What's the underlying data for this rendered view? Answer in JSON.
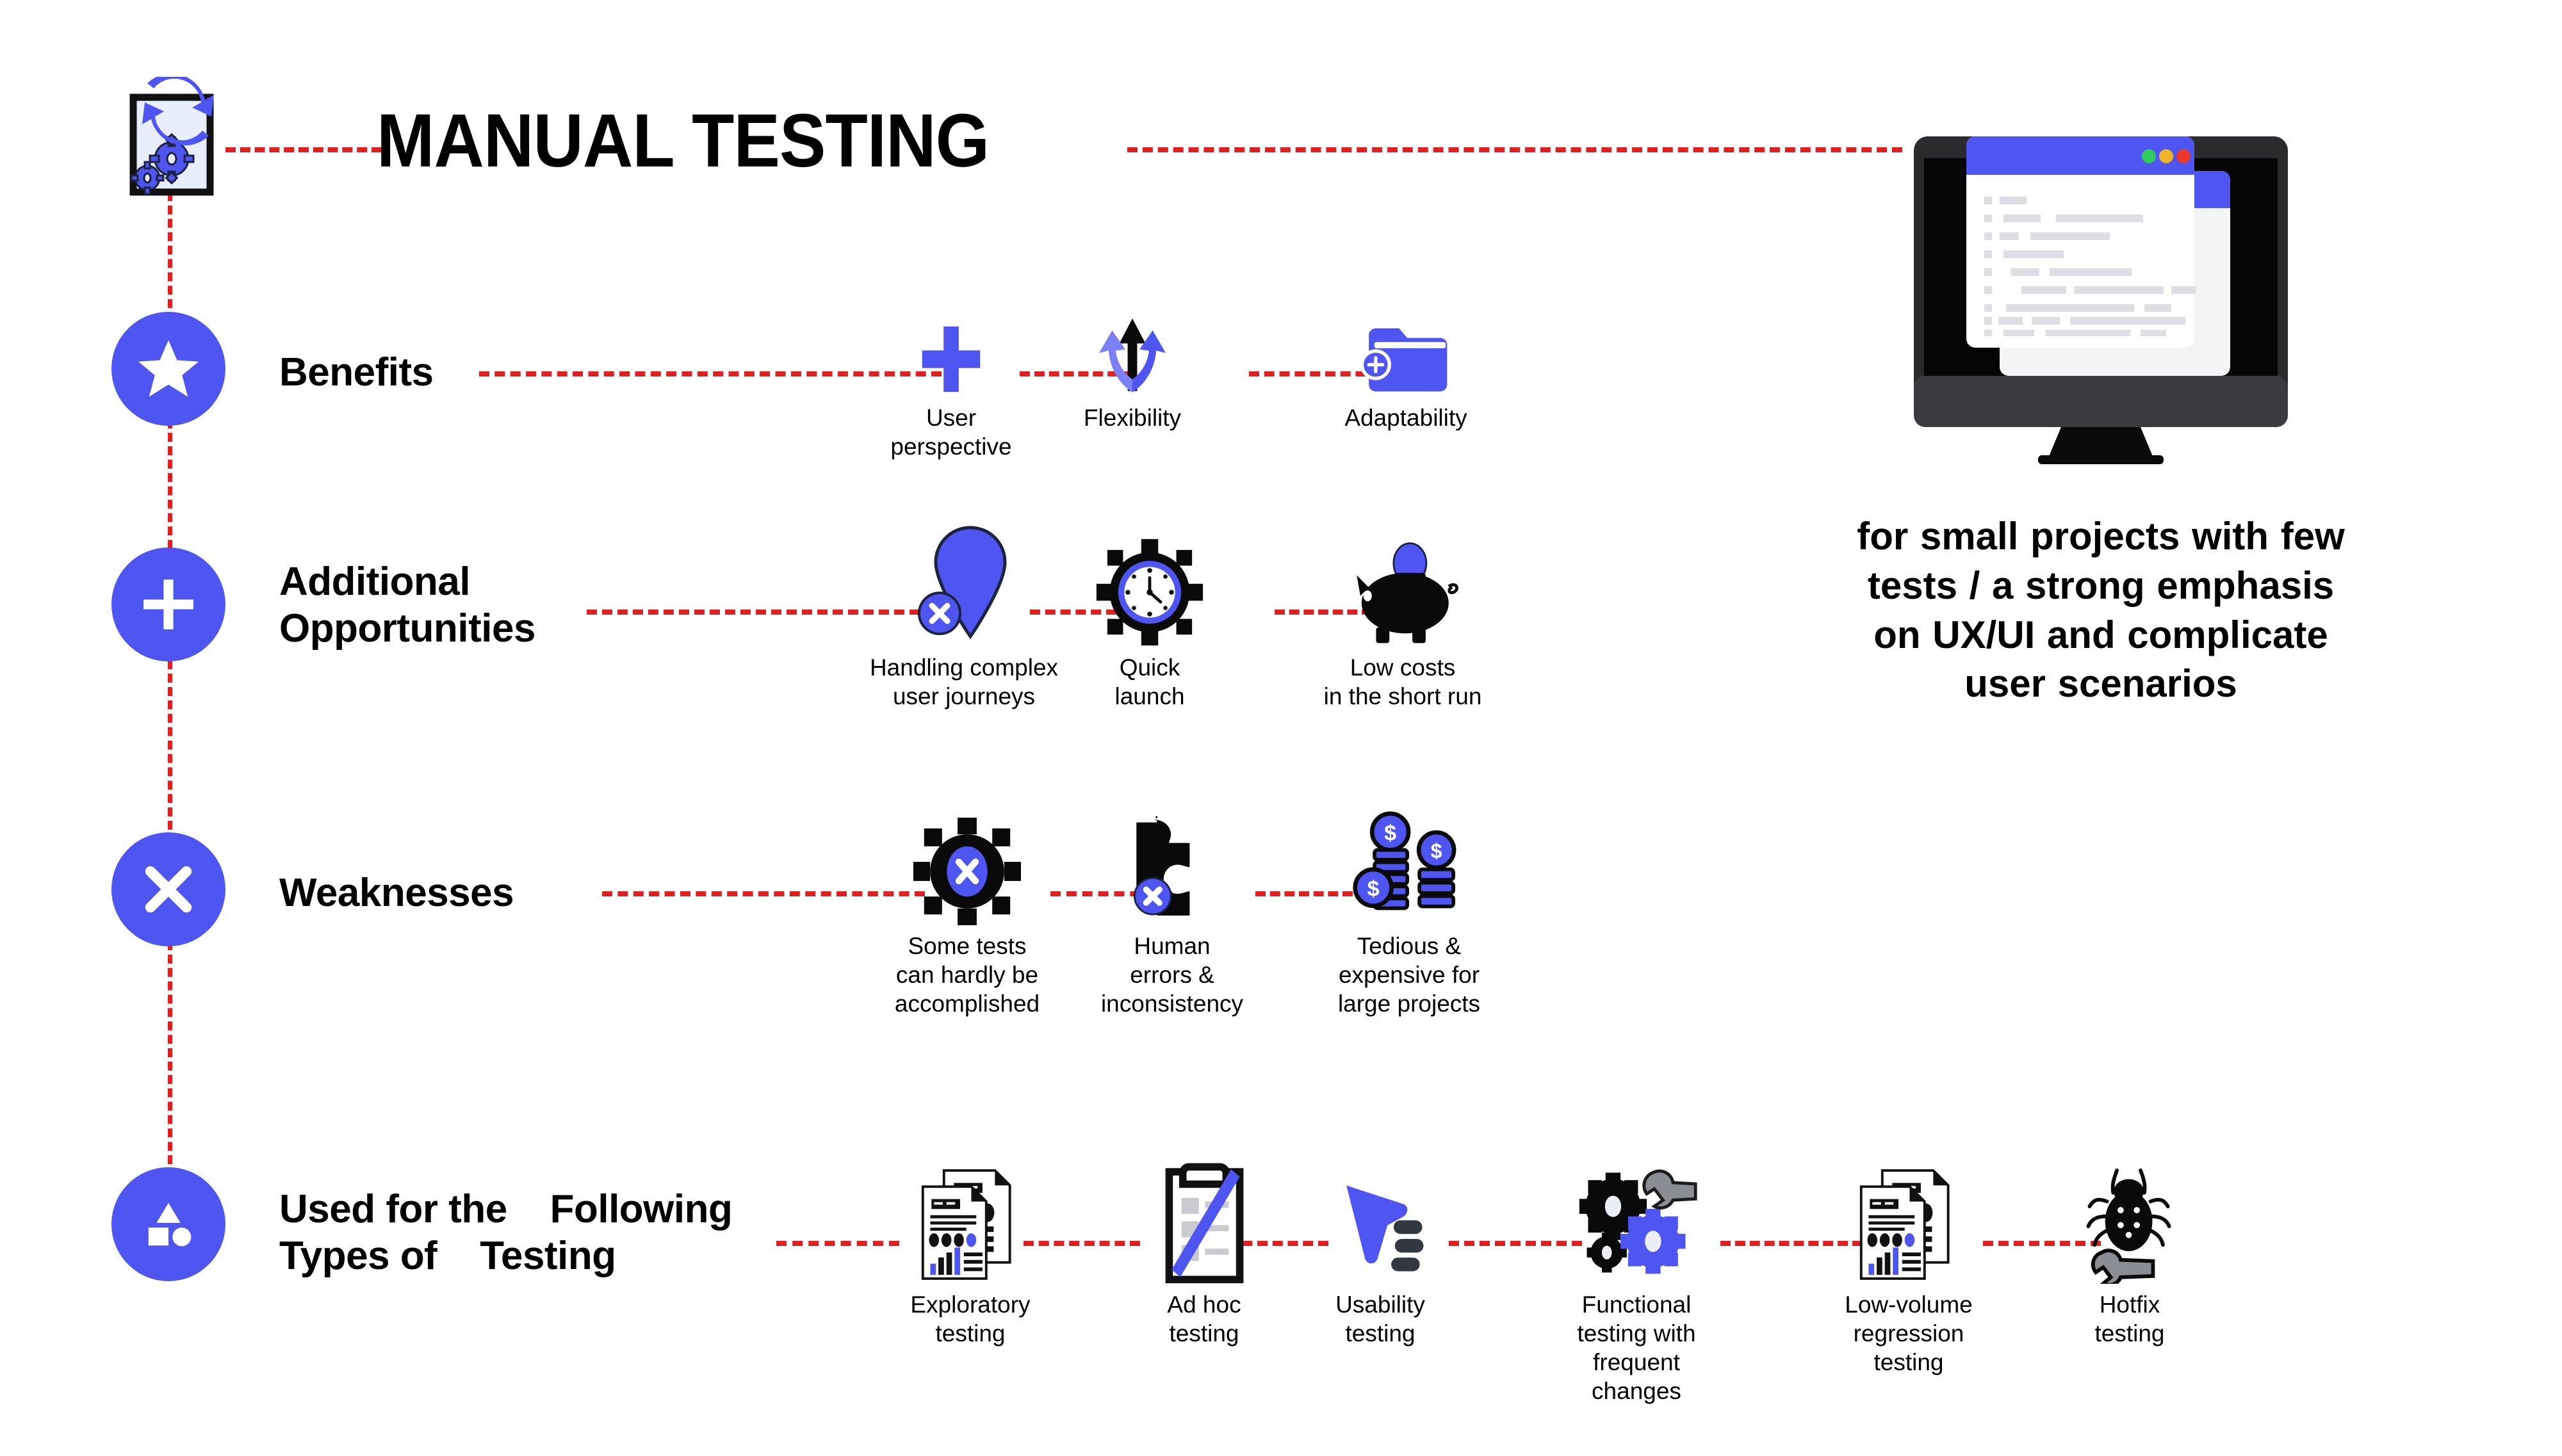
{
  "meta": {
    "accent_blue": "#4f55f0",
    "accent_blue_light": "#7b80f5",
    "dash_red": "#de2020",
    "ink_black": "#111111",
    "bg": "#ffffff"
  },
  "title": "MANUAL TESTING",
  "top_icon": {
    "name": "clipboard-gears-refresh-icon"
  },
  "monitor": {
    "name": "desktop-monitor-illustration",
    "window_dots": [
      "#2ecc5f",
      "#f0b429",
      "#e8392a"
    ]
  },
  "right_caption": "for small projects with    few\ntests / a strong    emphasis\non UX/UI    and complicate\nuser scenarios",
  "sections": [
    {
      "id": "benefits",
      "badge_icon": "star-icon",
      "title": "Benefits",
      "items": [
        {
          "icon": "plus-thick-icon",
          "caption": "User\nperspective"
        },
        {
          "icon": "flexibility-arrows-icon",
          "caption": "Flexibility"
        },
        {
          "icon": "folder-add-icon",
          "caption": "Adaptability"
        }
      ]
    },
    {
      "id": "additional-opportunities",
      "badge_icon": "plus-icon",
      "title": "Additional\nOpportunities",
      "items": [
        {
          "icon": "map-pin-error-icon",
          "caption": "Handling complex\nuser journeys"
        },
        {
          "icon": "gear-clock-icon",
          "caption": "Quick\nlaunch"
        },
        {
          "icon": "piggy-bank-coin-icon",
          "caption": "Low costs\nin the short run"
        }
      ]
    },
    {
      "id": "weaknesses",
      "badge_icon": "cross-icon",
      "title": "Weaknesses",
      "items": [
        {
          "icon": "gear-error-icon",
          "caption": "Some tests\ncan hardly be\naccomplished"
        },
        {
          "icon": "puzzle-error-icon",
          "caption": "Human\nerrors &\ninconsistency"
        },
        {
          "icon": "coin-stacks-icon",
          "caption": "Tedious &\nexpensive for\nlarge projects"
        }
      ]
    },
    {
      "id": "used-for-types",
      "badge_icon": "shapes-icon",
      "title": "Used for the    Following\nTypes of    Testing",
      "items": [
        {
          "icon": "documents-report-icon",
          "caption": "Exploratory\ntesting"
        },
        {
          "icon": "clipboard-slash-icon",
          "caption": "Ad hoc\ntesting"
        },
        {
          "icon": "cursor-click-icon",
          "caption": "Usability\ntesting"
        },
        {
          "icon": "gears-wrench-icon",
          "caption": "Functional\ntesting with\nfrequent\nchanges"
        },
        {
          "icon": "documents-report-icon-2",
          "caption": "Low-volume\nregression\ntesting"
        },
        {
          "icon": "bug-wrench-icon",
          "caption": "Hotfix\ntesting"
        }
      ]
    }
  ]
}
